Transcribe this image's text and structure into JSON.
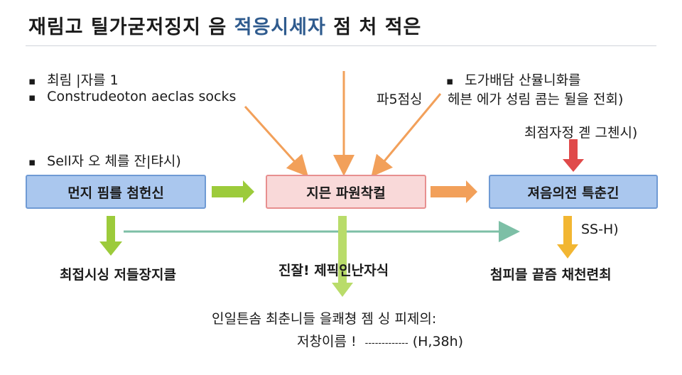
{
  "title": {
    "part1": "재림고 틸가굳저징지 음",
    "highlight": "적응시세자",
    "part2": "점 처 적은"
  },
  "left_notes": {
    "bullet1": "최림 |자를 1",
    "bullet2": "Construdeoton aeclas socks",
    "bullet3": "Sell자 오 체를 잔|탸시)"
  },
  "middle_note": "파5점싱",
  "right_notes": {
    "bullet1": "도가배담 산뮬니화를",
    "line2": "헤븐 에가 성림 콤는 뒬을 전회)",
    "above_box": "최점자정 곋 그첸시)"
  },
  "boxes": {
    "left": "먼지 핌를 첨헌신",
    "middle": "지믄 파원착컬",
    "right": "져음의전 특춘긴"
  },
  "right_side_label": "SS-H)",
  "captions": {
    "left": "최접시싱 저들장지클",
    "middle": "진잘! 제픽인난자식",
    "right": "첨피믈 끝즘 채천련최"
  },
  "bottom": {
    "line1": "인일튼솜 최춘니들 을쾌쳥 젬 싱 피제의:",
    "line2_prefix": "저창이름 !",
    "line2_dots": "-------------",
    "line2_suffix": "(H,38h)"
  },
  "colors": {
    "title_highlight": "#2f5b8e",
    "box_blue_fill": "#aac7ee",
    "box_blue_border": "#6f9ad4",
    "box_pink_fill": "#f9d9d9",
    "box_pink_border": "#e78f8f",
    "arrow_green": "#9ccb3b",
    "arrow_orange": "#f2a05a",
    "arrow_red": "#e04a4a",
    "arrow_yellow": "#f2b632",
    "line_teal": "#7dbfa6"
  }
}
